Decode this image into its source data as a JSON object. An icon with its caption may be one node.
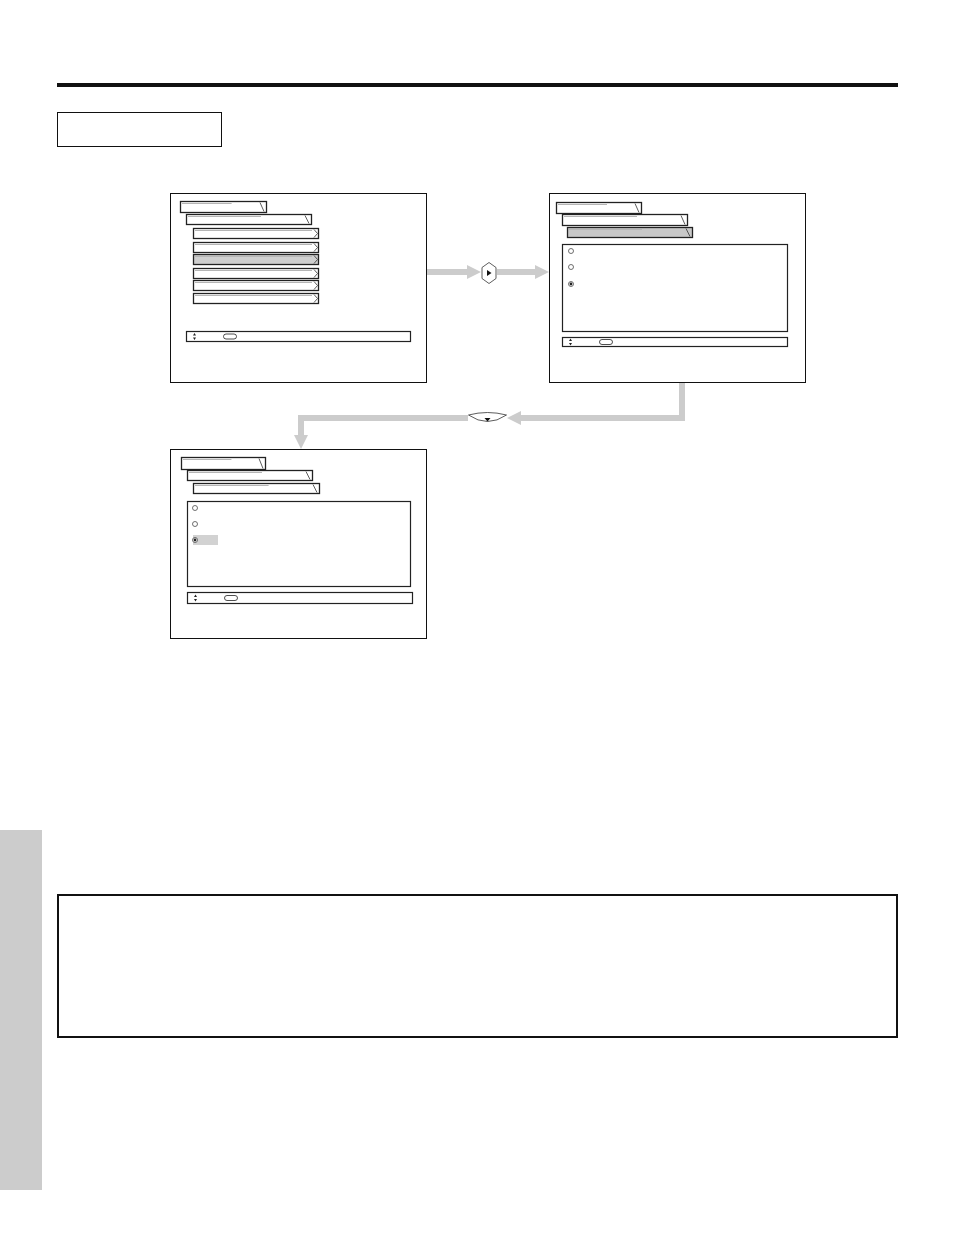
{
  "diagram": {
    "nodes": [
      {
        "text": [],
        "shape": "box"
      },
      {
        "text": [],
        "shape": "picture"
      },
      {
        "text": [],
        "shape": "button"
      },
      {
        "text": [],
        "shape": "picture"
      },
      {
        "text": [],
        "shape": "button"
      },
      {
        "text": [],
        "shape": "picture"
      },
      {
        "text": [],
        "shape": "bar"
      },
      {
        "text": [],
        "shape": "box"
      }
    ],
    "edges": [
      {
        "from": 1,
        "to": 2,
        "arrow": "to"
      },
      {
        "from": 2,
        "to": 3,
        "arrow": "to"
      },
      {
        "from": 3,
        "to": 4,
        "arrow": "to"
      },
      {
        "from": 4,
        "to": 5,
        "arrow": "to"
      }
    ]
  }
}
